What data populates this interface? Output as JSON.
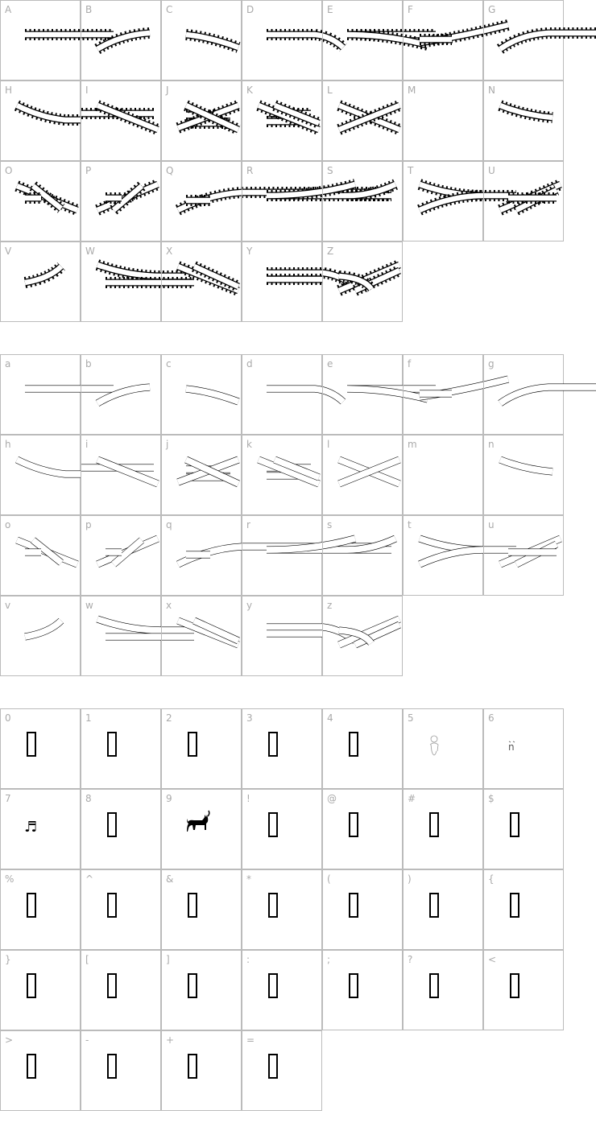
{
  "blocks": [
    {
      "style": "track",
      "chars": [
        "A",
        "B",
        "C",
        "D",
        "E",
        "F",
        "G",
        "H",
        "I",
        "J",
        "K",
        "L",
        "M",
        "N",
        "O",
        "P",
        "Q",
        "R",
        "S",
        "T",
        "U",
        "V",
        "W",
        "X",
        "Y",
        "Z"
      ]
    },
    {
      "style": "line",
      "chars": [
        "a",
        "b",
        "c",
        "d",
        "e",
        "f",
        "g",
        "h",
        "i",
        "j",
        "k",
        "l",
        "m",
        "n",
        "o",
        "p",
        "q",
        "r",
        "s",
        "t",
        "u",
        "v",
        "w",
        "x",
        "y",
        "z"
      ]
    },
    {
      "style": "symbol",
      "chars": [
        "0",
        "1",
        "2",
        "3",
        "4",
        "5",
        "6",
        "7",
        "8",
        "9",
        "!",
        "@",
        "#",
        "$",
        "%",
        "^",
        "&",
        "*",
        "(",
        ")",
        "{",
        "}",
        "[",
        "]",
        ":",
        ";",
        "?",
        "<",
        ">",
        "-",
        "+",
        "="
      ],
      "glyphs": {
        "5": "person-outline",
        "6": "small-n",
        "7": "music-note",
        "9": "cat"
      },
      "default_glyph": "missing-glyph-box"
    }
  ],
  "colors": {
    "grid": "#bbbbbb",
    "label": "#aaaaaa",
    "glyph": "#000000"
  }
}
